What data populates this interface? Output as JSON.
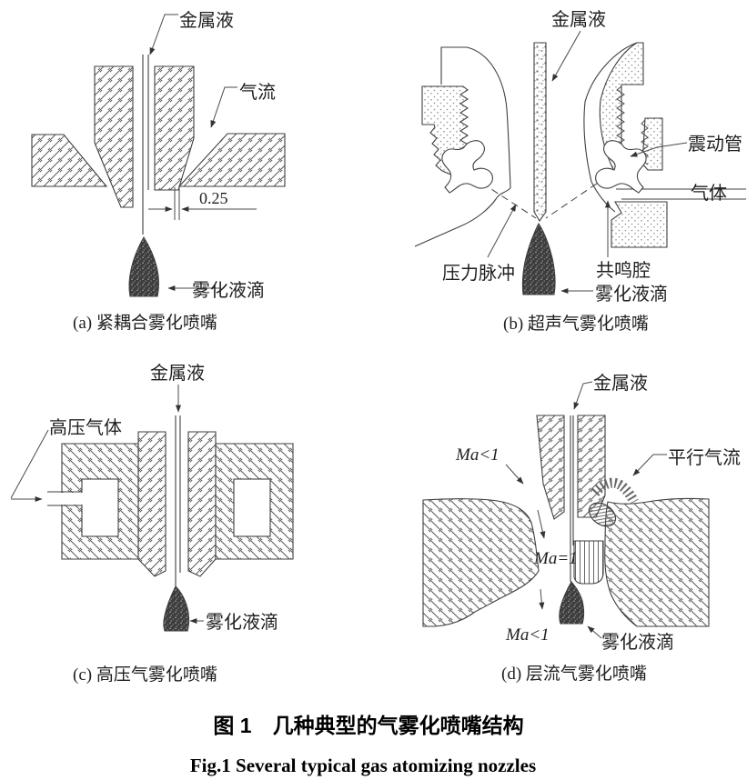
{
  "figure": {
    "caption_zh": "图 1　几种典型的气雾化喷嘴结构",
    "caption_en": "Fig.1   Several typical gas atomizing nozzles"
  },
  "colors": {
    "line": "#3f3f3f",
    "text": "#1f1f1f",
    "background": "#ffffff"
  },
  "panels": {
    "a": {
      "caption": "(a) 紧耦合雾化喷嘴",
      "labels": {
        "metal": "金属液",
        "gas_flow": "气流",
        "dimension": "0.25",
        "droplet": "雾化液滴"
      }
    },
    "b": {
      "caption": "(b) 超声气雾化喷嘴",
      "labels": {
        "metal": "金属液",
        "vibration_tube": "震动管",
        "gas": "气体",
        "pressure_pulse": "压力脉冲",
        "resonance_chamber": "共鸣腔",
        "droplet": "雾化液滴"
      }
    },
    "c": {
      "caption": "(c) 高压气雾化喷嘴",
      "labels": {
        "metal": "金属液",
        "hp_gas": "高压气体",
        "droplet": "雾化液滴"
      }
    },
    "d": {
      "caption": "(d) 层流气雾化喷嘴",
      "labels": {
        "metal": "金属液",
        "ma_top": "Ma<1",
        "parallel_gas": "平行气流",
        "ma_mid": "Ma=1",
        "ma_bottom": "Ma<1",
        "droplet": "雾化液滴"
      }
    }
  }
}
